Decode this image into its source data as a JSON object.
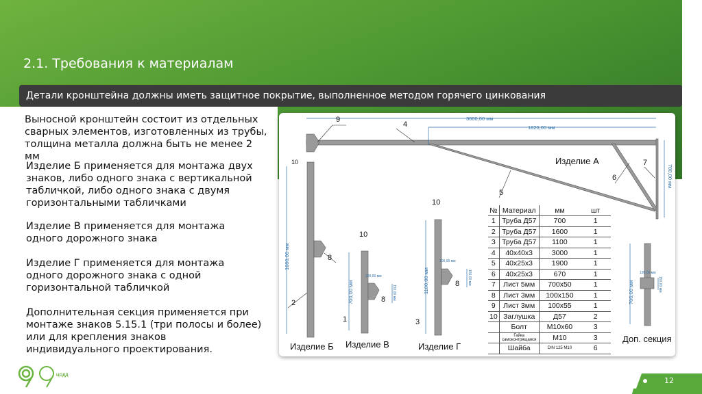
{
  "title": "2.1. Требования к материалам",
  "subtitle": "Детали кронштейна должны иметь защитное покрытие, выполненное методом горячего цинкования",
  "paragraphs": [
    "Выносной кронштейн состоит из отдельных сварных элементов, изготовленных из трубы, толщина металла должна быть не менее 2 мм",
    "Изделие Б применяется для монтажа двух знаков, либо одного знака с вертикальной табличкой, либо одного знака с двумя горизонтальными табличками",
    "Изделие В применяется для монтажа одного дорожного знака",
    "Изделие Г применяется для монтажа одного дорожного знака с одной горизонтальной табличкой",
    "Дополнительная секция применяется при монтаже знаков 5.15.1 (три полосы и более) или для крепления знаков индивидуального проектирования."
  ],
  "diagram": {
    "dims": {
      "d3000": "3000,00 мм",
      "d1820": "1820,00 мм",
      "d700": "700,00 мм",
      "d1600": "1600,00 мм",
      "d1100": "1100,00 мм",
      "d100": "100,00 мм",
      "d150": "150,00 мм",
      "d120": "120,00 мм"
    },
    "labels": {
      "a": "Изделие А",
      "b": "Изделие Б",
      "v": "Изделие В",
      "g": "Изделие Г",
      "dop": "Доп. секция"
    },
    "callouts": {
      "n1": "1",
      "n2": "2",
      "n3": "3",
      "n4": "4",
      "n5": "5",
      "n6": "6",
      "n7": "7",
      "n8": "8",
      "n9": "9",
      "n10": "10"
    }
  },
  "table": {
    "headers": [
      "№",
      "Материал",
      "мм",
      "шт"
    ],
    "rows": [
      [
        "1",
        "Труба Д57",
        "700",
        "1"
      ],
      [
        "2",
        "Труба Д57",
        "1600",
        "1"
      ],
      [
        "3",
        "Труба Д57",
        "1100",
        "1"
      ],
      [
        "4",
        "40х40х3",
        "3000",
        "1"
      ],
      [
        "5",
        "40х25х3",
        "1900",
        "1"
      ],
      [
        "6",
        "40х25х3",
        "670",
        "1"
      ],
      [
        "7",
        "Лист 5мм",
        "700х50",
        "1"
      ],
      [
        "8",
        "Лист 3мм",
        "100х150",
        "1"
      ],
      [
        "9",
        "Лист 3мм",
        "100х55",
        "1"
      ],
      [
        "10",
        "Заглушка",
        "Д57",
        "2"
      ],
      [
        "",
        "Болт",
        "М10х60",
        "3"
      ],
      [
        "",
        "Гайка самоконтрящаяся",
        "М10",
        "3"
      ],
      [
        "",
        "Шайба",
        "DIN 125 M10",
        "6"
      ]
    ]
  },
  "footer": {
    "logo_text": "ЦОДД",
    "page": "12"
  },
  "colors": {
    "green": "#58a83a",
    "bar": "#3b3b3b",
    "dim": "#2e6fa8",
    "pipe": "#9a9a9a"
  }
}
